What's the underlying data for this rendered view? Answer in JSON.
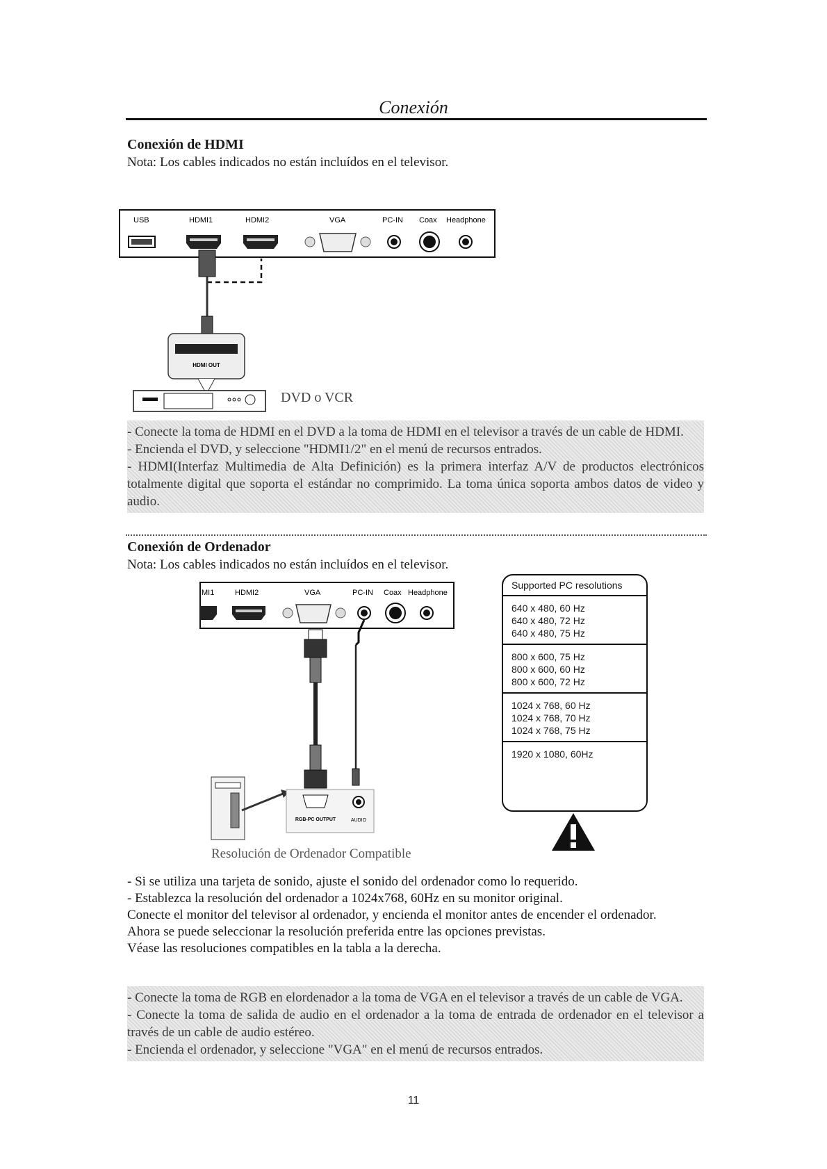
{
  "page": {
    "title": "Conexión",
    "page_number": "11"
  },
  "hdmi": {
    "heading": "Conexión de HDMI",
    "note": "Nota: Los cables indicados no están incluídos en el televisor.",
    "panel_ports": [
      "USB",
      "HDMI1",
      "HDMI2",
      "VGA",
      "PC-IN",
      "Coax",
      "Headphone"
    ],
    "device_port_label": "HDMI OUT",
    "device_label": "DVD o VCR",
    "steps": [
      "- Conecte la toma de HDMI en el DVD a la toma de HDMI en el televisor a través de un cable de HDMI.",
      "- Encienda el DVD, y seleccione \"HDMI1/2\" en el menú de recursos entrados.",
      "- HDMI(Interfaz Multimedia de Alta Definición) es la primera interfaz A/V de productos electrónicos totalmente digital que soporta el estándar no comprimido. La toma única soporta ambos datos de video y audio."
    ]
  },
  "pc": {
    "heading": "Conexión de Ordenador",
    "note": "Nota: Los cables indicados no están incluídos en el televisor.",
    "panel_ports": [
      "MI1",
      "HDMI2",
      "VGA",
      "PC-IN",
      "Coax",
      "Headphone"
    ],
    "pc_port_labels": [
      "RGB-PC OUTPUT",
      "AUDIO"
    ],
    "diagram_caption": "Resolución de Ordenador Compatible",
    "resolutions": {
      "title": "Supported PC resolutions",
      "groups": [
        [
          "640 x 480, 60 Hz",
          "640 x 480, 72 Hz",
          "640 x 480, 75 Hz"
        ],
        [
          "800 x 600, 75 Hz",
          "800 x 600, 60 Hz",
          "800 x 600, 72 Hz"
        ],
        [
          "1024 x 768, 60 Hz",
          "1024 x 768, 70 Hz",
          "1024 x 768, 75 Hz"
        ],
        [
          "1920 x 1080, 60Hz"
        ]
      ]
    },
    "notes": [
      "- Si se utiliza una tarjeta de sonido, ajuste el sonido del ordenador como lo requerido.",
      "- Establezca la resolución del ordenador a 1024x768, 60Hz en su monitor original.",
      "Conecte el monitor del televisor al ordenador, y encienda el monitor antes de encender el ordenador.",
      "Ahora se puede seleccionar la resolución preferida entre las opciones previstas.",
      "Véase las resoluciones compatibles en la tabla a la derecha."
    ],
    "steps": [
      "- Conecte la toma de RGB en elordenador a la toma de VGA en el televisor a través de un cable de VGA.",
      "- Conecte la toma de salida de audio en el ordenador a la toma de entrada de ordenador en el televisor a través de un cable de audio estéreo.",
      "- Encienda el ordenador, y seleccione \"VGA\" en el menú de recursos entrados."
    ]
  }
}
